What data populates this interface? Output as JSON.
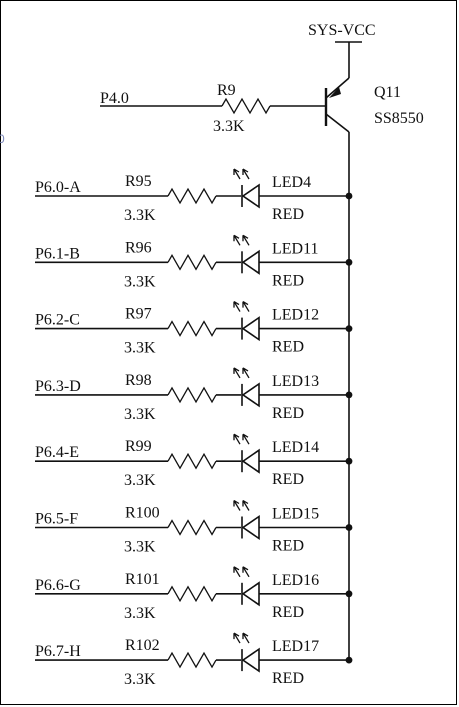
{
  "supply": {
    "label": "SYS-VCC"
  },
  "driver": {
    "input_net": "P4.0",
    "resistor": {
      "ref": "R9",
      "value": "3.3K"
    },
    "transistor": {
      "ref": "Q11",
      "part": "SS8550"
    }
  },
  "channels": [
    {
      "net": "P6.0-A",
      "resistor": "R95",
      "value": "3.3K",
      "led": "LED4",
      "color": "RED"
    },
    {
      "net": "P6.1-B",
      "resistor": "R96",
      "value": "3.3K",
      "led": "LED11",
      "color": "RED"
    },
    {
      "net": "P6.2-C",
      "resistor": "R97",
      "value": "3.3K",
      "led": "LED12",
      "color": "RED"
    },
    {
      "net": "P6.3-D",
      "resistor": "R98",
      "value": "3.3K",
      "led": "LED13",
      "color": "RED"
    },
    {
      "net": "P6.4-E",
      "resistor": "R99",
      "value": "3.3K",
      "led": "LED14",
      "color": "RED"
    },
    {
      "net": "P6.5-F",
      "resistor": "R100",
      "value": "3.3K",
      "led": "LED15",
      "color": "RED"
    },
    {
      "net": "P6.6-G",
      "resistor": "R101",
      "value": "3.3K",
      "led": "LED16",
      "color": "RED"
    },
    {
      "net": "P6.7-H",
      "resistor": "R102",
      "value": "3.3K",
      "led": "LED17",
      "color": "RED"
    }
  ],
  "edge_mark": "0"
}
